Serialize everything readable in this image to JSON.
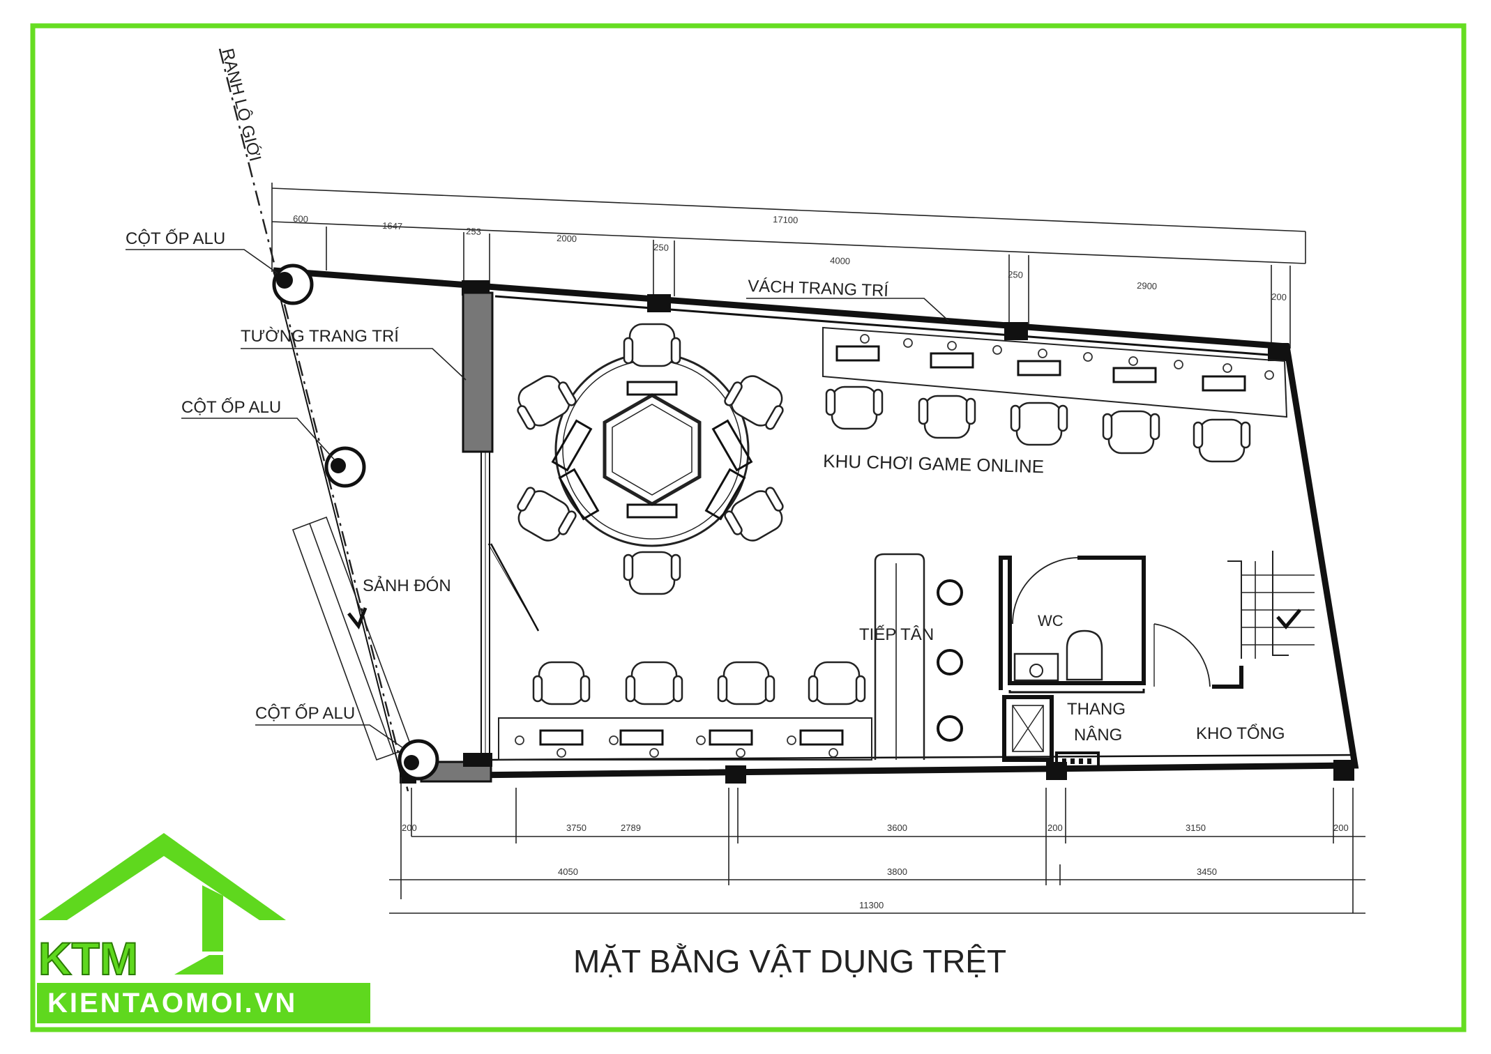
{
  "title": "MẶT BẰNG VẬT DỤNG TRỆT",
  "boundary_label": "RANH LỘ GIỚI",
  "callouts": {
    "col_top": "CỘT ỐP ALU",
    "col_mid": "CỘT ỐP ALU",
    "col_bottom": "CỘT ỐP ALU",
    "deco_wall": "TƯỜNG TRANG TRÍ",
    "deco_partition": "VÁCH TRANG TRÍ"
  },
  "rooms": {
    "lobby": "SẢNH ĐÓN",
    "game_zone": "KHU CHƠI GAME ONLINE",
    "reception": "TIẾP TÂN",
    "wc": "WC",
    "lift_line1": "THANG",
    "lift_line2": "NÂNG",
    "storage": "KHO TỔNG"
  },
  "dimensions": {
    "top": [
      "600",
      "1647",
      "253",
      "2000",
      "250",
      "4000",
      "250",
      "2900",
      "200"
    ],
    "top_total": "17100",
    "bottom_row1": [
      "200",
      "3750",
      "2789",
      "3600",
      "200",
      "3150",
      "200"
    ],
    "bottom_row2": [
      "4050",
      "3800",
      "3450"
    ],
    "bottom_total": "11300"
  },
  "logo": {
    "mark": "KTM",
    "site": "KIENTAOMOI.VN",
    "color": "#5fd81e"
  },
  "colors": {
    "frame": "#66dd22",
    "wall": "#111111",
    "hatch": "#777777"
  }
}
